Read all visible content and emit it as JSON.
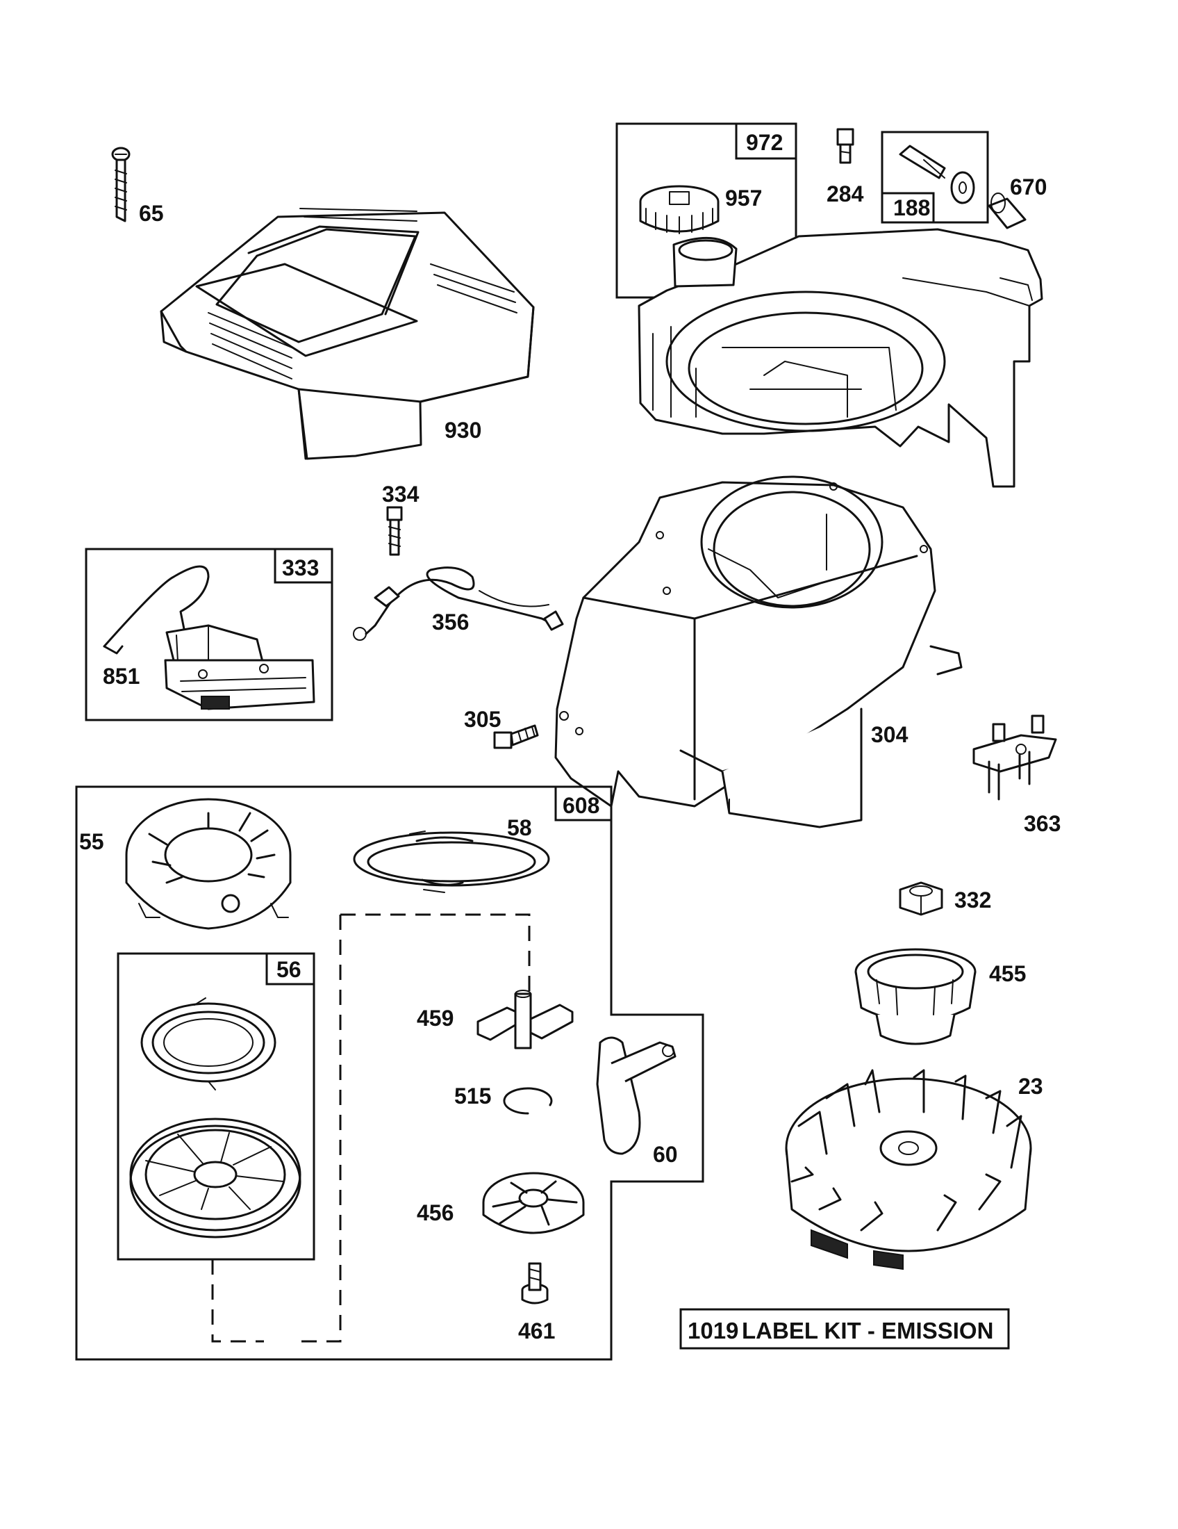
{
  "parts": {
    "p65": "65",
    "p930": "930",
    "p972": "972",
    "p957": "957",
    "p284": "284",
    "p188": "188",
    "p670": "670",
    "p334": "334",
    "p333": "333",
    "p851": "851",
    "p356": "356",
    "p305": "305",
    "p304": "304",
    "p363": "363",
    "p608": "608",
    "p55": "55",
    "p58": "58",
    "p56": "56",
    "p459": "459",
    "p515": "515",
    "p60": "60",
    "p456": "456",
    "p461": "461",
    "p332": "332",
    "p455": "455",
    "p23": "23"
  },
  "label_kit": {
    "number": "1019",
    "text": "LABEL KIT - EMISSION"
  }
}
